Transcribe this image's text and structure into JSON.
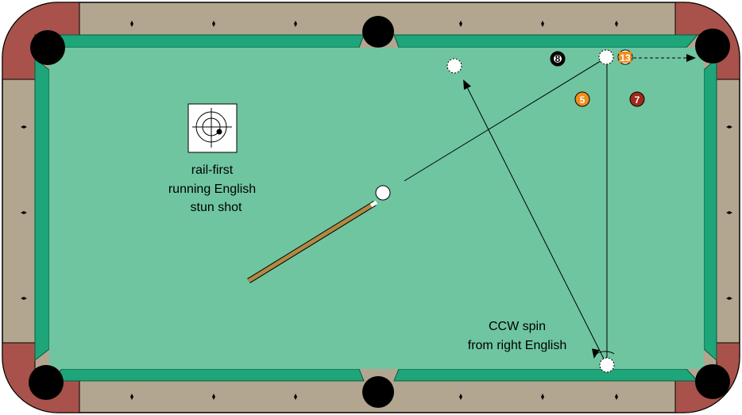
{
  "labels": {
    "shot_type_line1": "rail-first",
    "shot_type_line2": "running English",
    "shot_type_line3": "stun shot",
    "spin_line1": "CCW spin",
    "spin_line2": "from right English"
  },
  "balls": [
    {
      "number": "8",
      "color": "#000000",
      "text_color": "#ffffff"
    },
    {
      "number": "13",
      "color": "#f28c1a",
      "text_color": "#ffffff"
    },
    {
      "number": "5",
      "color": "#f28c1a",
      "text_color": "#ffffff"
    },
    {
      "number": "7",
      "color": "#a02a1a",
      "text_color": "#ffffff"
    }
  ],
  "colors": {
    "cloth": "#6fc5a0",
    "cushion": "#1ea57a",
    "rail": "#b3a690",
    "corner": "#a8524b",
    "pocket": "#000000",
    "cue_stick": "#b08a40"
  },
  "icons": {
    "english_target": "crosshair-target-icon"
  }
}
